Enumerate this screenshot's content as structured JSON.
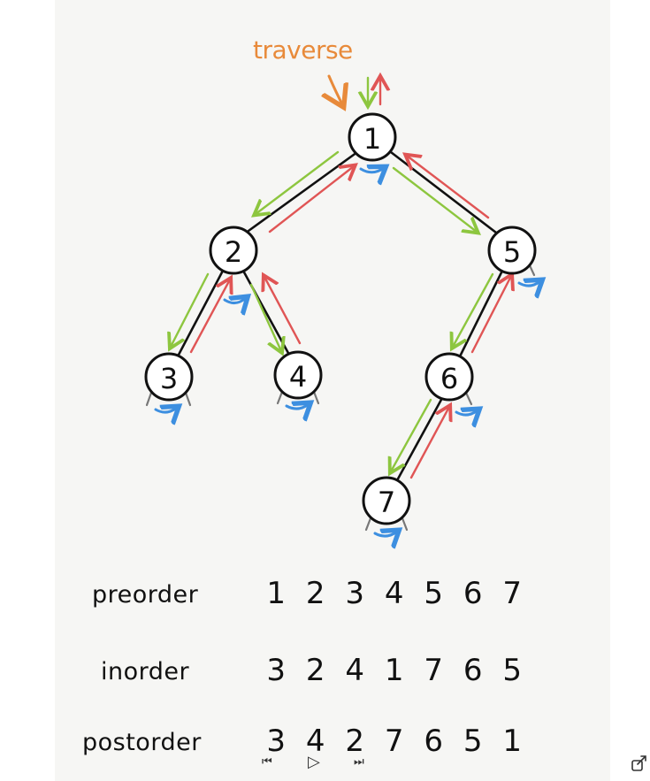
{
  "annotation": {
    "traverse_label": "traverse"
  },
  "tree": {
    "nodes": [
      {
        "id": "1",
        "label": "1"
      },
      {
        "id": "2",
        "label": "2"
      },
      {
        "id": "3",
        "label": "3"
      },
      {
        "id": "4",
        "label": "4"
      },
      {
        "id": "5",
        "label": "5"
      },
      {
        "id": "6",
        "label": "6"
      },
      {
        "id": "7",
        "label": "7"
      }
    ],
    "edges": [
      {
        "from": "1",
        "to": "2"
      },
      {
        "from": "1",
        "to": "5"
      },
      {
        "from": "2",
        "to": "3"
      },
      {
        "from": "2",
        "to": "4"
      },
      {
        "from": "5",
        "to": "6"
      },
      {
        "from": "6",
        "to": "7"
      }
    ]
  },
  "traversals": [
    {
      "label": "preorder",
      "sequence": [
        "1",
        "2",
        "3",
        "4",
        "5",
        "6",
        "7"
      ]
    },
    {
      "label": "inorder",
      "sequence": [
        "3",
        "2",
        "4",
        "1",
        "7",
        "6",
        "5"
      ]
    },
    {
      "label": "postorder",
      "sequence": [
        "3",
        "4",
        "2",
        "7",
        "6",
        "5",
        "1"
      ]
    }
  ],
  "player": {
    "controls": [
      {
        "name": "skip-back-icon",
        "glyph": "⏮"
      },
      {
        "name": "play-icon",
        "glyph": "▷"
      },
      {
        "name": "skip-forward-icon",
        "glyph": "⏭"
      }
    ]
  },
  "colors": {
    "down_arrow": "#8dc63f",
    "up_arrow": "#e05555",
    "visit_mark": "#3d8fe0",
    "annotation": "#e88a3a"
  }
}
